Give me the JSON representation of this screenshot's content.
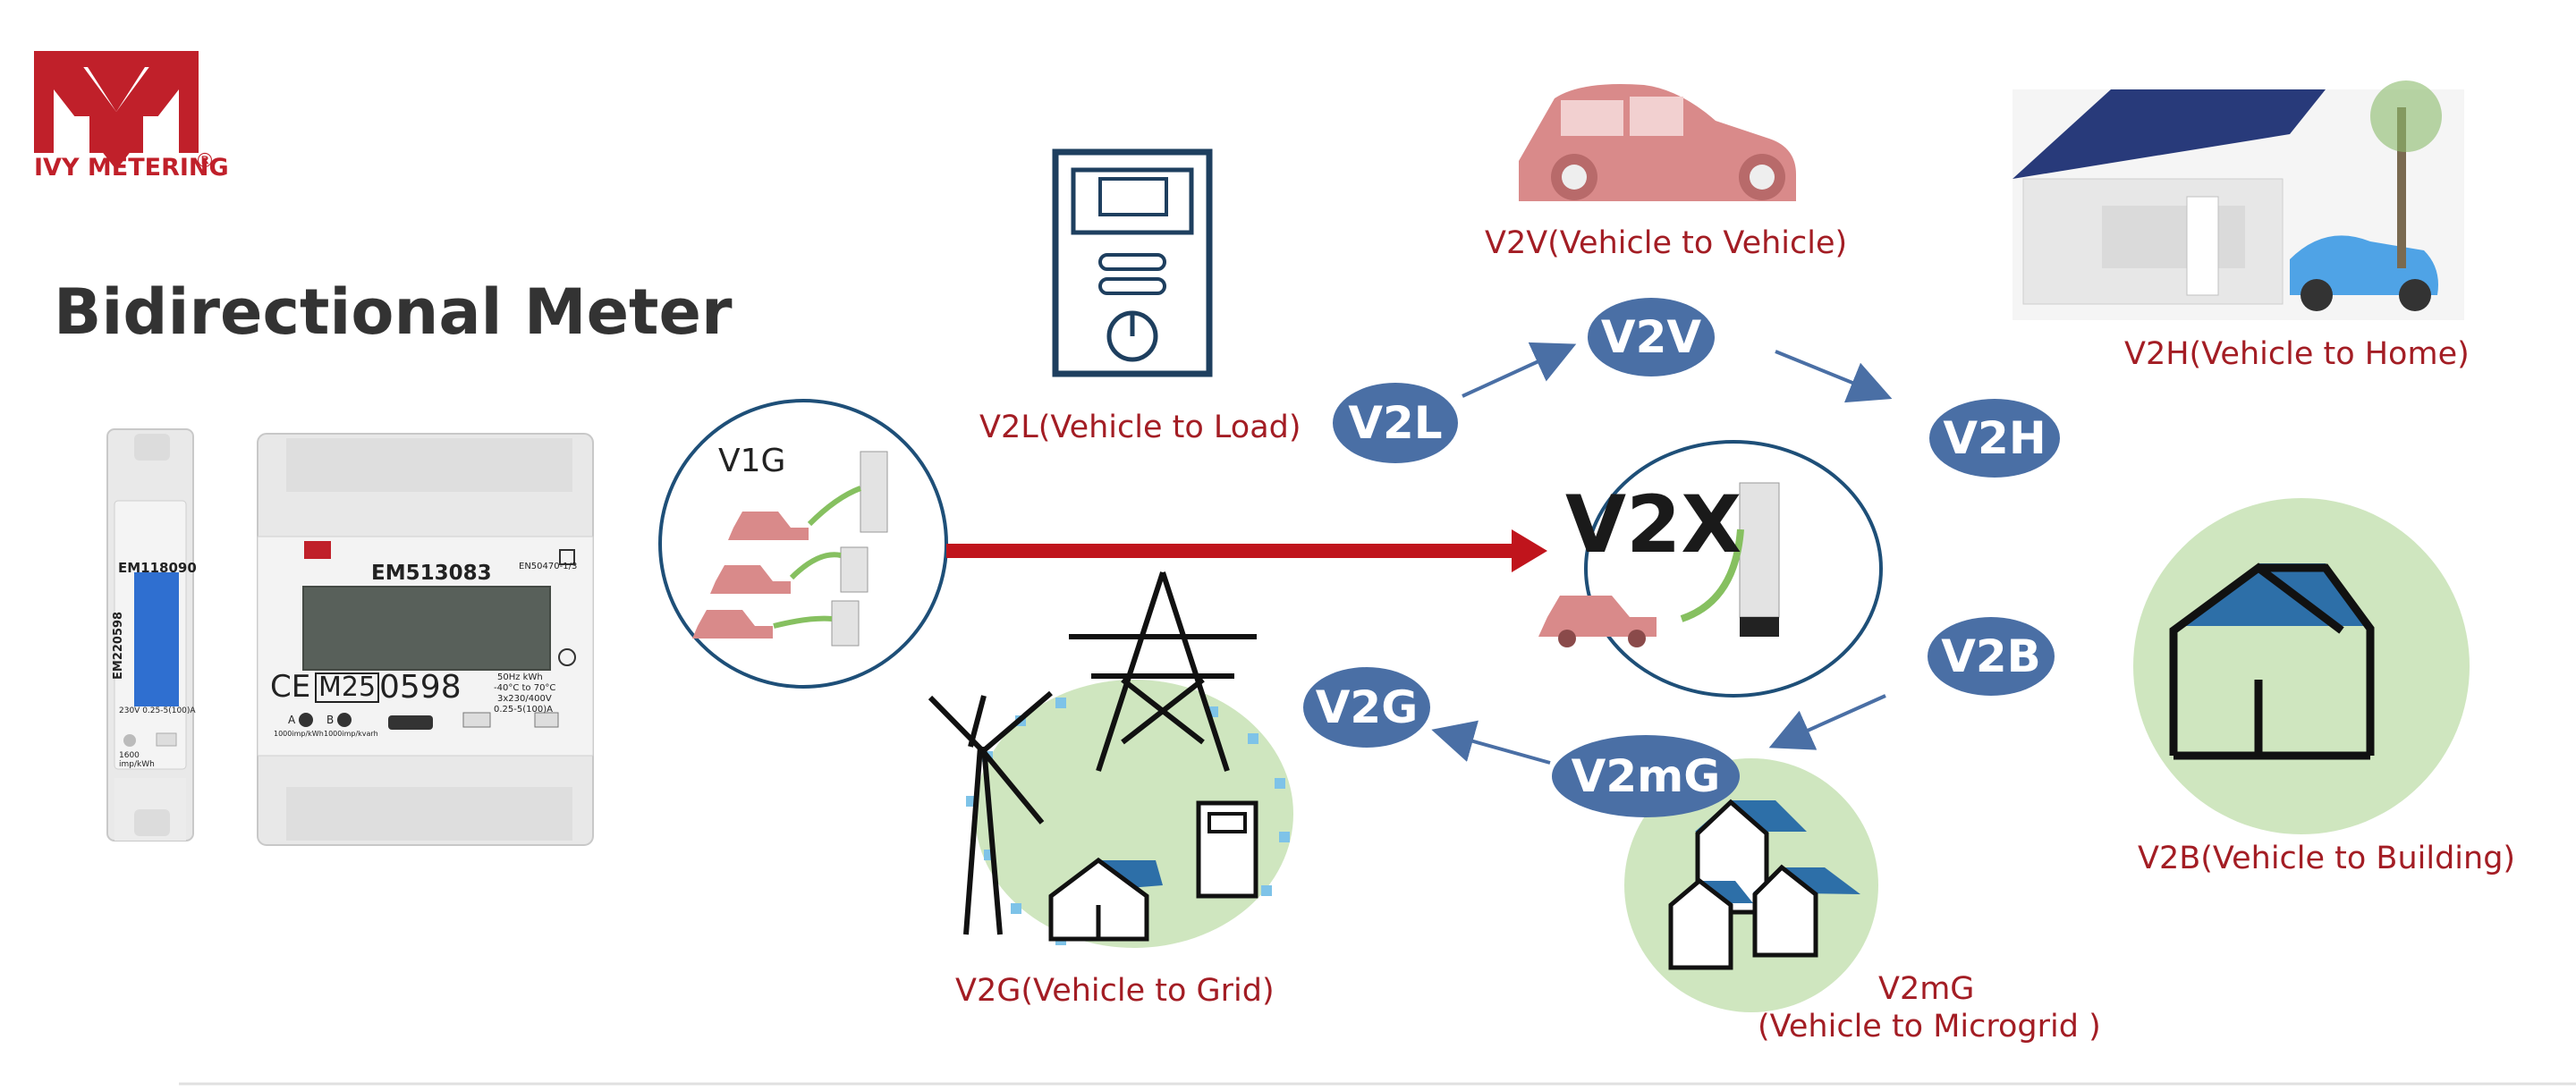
{
  "logo": {
    "brand": "IVY METERING",
    "registered": "®"
  },
  "page_title": "Bidirectional Meter",
  "meters": {
    "single_phase_model": "EM118090",
    "single_phase_serial": "EM220598",
    "single_phase_rating": "230V  0.25-5(100)A",
    "single_phase_const": "1600 imp/kWh",
    "three_phase_model": "EM513083",
    "three_phase_standard": "EN50470-1/3",
    "three_phase_mark": "M25",
    "three_phase_serial": "0598",
    "three_phase_spec_1": "50Hz   kWh",
    "three_phase_spec_2": "-40°C to 70°C",
    "three_phase_spec_3": "3x230/400V",
    "three_phase_spec_4": "0.25-5(100)A",
    "three_phase_const_a": "1000imp/kWh",
    "three_phase_const_b": "1000imp/kvarh",
    "label_a": "A",
    "label_b": "B",
    "ce": "CE"
  },
  "nodes": {
    "v1g_label": "V1G",
    "v2x_label": "V2X",
    "v2v": "V2V",
    "v2l": "V2L",
    "v2h": "V2H",
    "v2b": "V2B",
    "v2g": "V2G",
    "v2mg": "V2mG"
  },
  "captions": {
    "v2v": "V2V(Vehicle to Vehicle)",
    "v2l": "V2L(Vehicle to Load)",
    "v2h": "V2H(Vehicle to Home)",
    "v2b": "V2B(Vehicle to Building)",
    "v2g": "V2G(Vehicle to Grid)",
    "v2mg_line1": "V2mG",
    "v2mg_line2": "(Vehicle to Microgrid )"
  },
  "colors": {
    "brand_red": "#c0202a",
    "caption_red": "#a31d24",
    "pill_blue": "#4a6fa5",
    "arrow_red": "#c0141c",
    "car_pink": "#d98a8a",
    "green_bubble": "#cfe6bf",
    "lcd_blue": "#2f6fd0"
  }
}
